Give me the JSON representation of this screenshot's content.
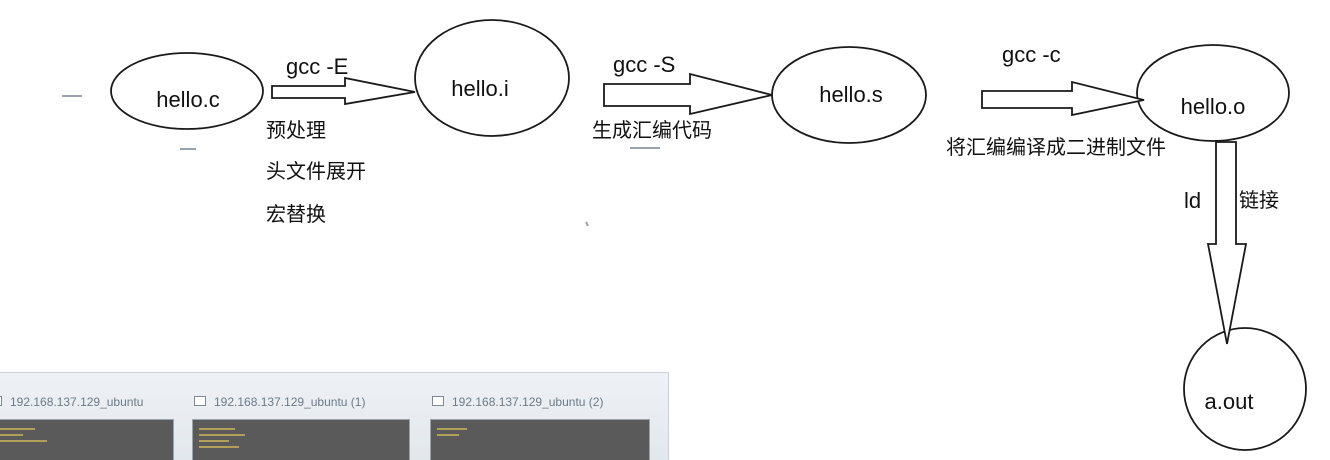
{
  "nodes": {
    "hello_c": "hello.c",
    "hello_i": "hello.i",
    "hello_s": "hello.s",
    "hello_o": "hello.o",
    "a_out": "a.out"
  },
  "steps": {
    "preprocess": {
      "command": "gcc  -E",
      "notes": [
        "预处理",
        "头文件展开",
        "宏替换"
      ]
    },
    "compile": {
      "command": "gcc -S",
      "note": "生成汇编代码"
    },
    "assemble": {
      "command": "gcc -c",
      "note": "将汇编编译成二进制文件"
    },
    "link": {
      "command": "ld",
      "note": "链接"
    }
  },
  "taskbar": {
    "thumbs": [
      {
        "title": "192.168.137.129_ubuntu"
      },
      {
        "title": "192.168.137.129_ubuntu (1)"
      },
      {
        "title": "192.168.137.129_ubuntu (2)"
      }
    ]
  },
  "colors": {
    "line": "#1a1a1a",
    "background": "#ffffff",
    "taskbar": "#e6eaee",
    "thumb_screen": "#5a5a5a"
  }
}
